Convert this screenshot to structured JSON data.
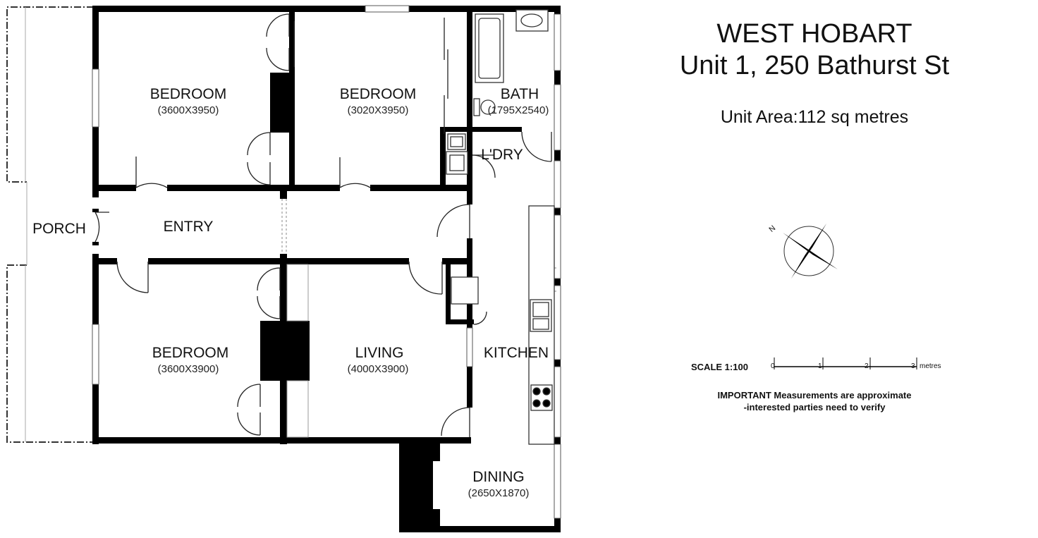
{
  "title": {
    "suburb": "WEST HOBART",
    "address": "Unit 1, 250 Bathurst St",
    "area": "Unit Area:112 sq metres"
  },
  "rooms": [
    {
      "id": "bedroom1",
      "name": "BEDROOM",
      "dims": "(3600X3950)"
    },
    {
      "id": "bedroom2",
      "name": "BEDROOM",
      "dims": "(3020X3950)"
    },
    {
      "id": "bath",
      "name": "BATH",
      "dims": "(1795X2540)"
    },
    {
      "id": "laundry",
      "name": "L'DRY"
    },
    {
      "id": "porch",
      "name": "PORCH"
    },
    {
      "id": "entry",
      "name": "ENTRY"
    },
    {
      "id": "bedroom3",
      "name": "BEDROOM",
      "dims": "(3600X3900)"
    },
    {
      "id": "living",
      "name": "LIVING",
      "dims": "(4000X3900)"
    },
    {
      "id": "kitchen",
      "name": "KITCHEN"
    },
    {
      "id": "dining",
      "name": "DINING",
      "dims": "(2650X1870)"
    }
  ],
  "compass": {
    "label": "N"
  },
  "scale": {
    "label": "SCALE 1:100",
    "ticks": [
      "0",
      "1",
      "2",
      "3"
    ],
    "unit": "metres"
  },
  "notice": {
    "bold": "IMPORTANT",
    "line1_rest": " Measurements are approximate",
    "line2": "-interested parties need to verify"
  }
}
